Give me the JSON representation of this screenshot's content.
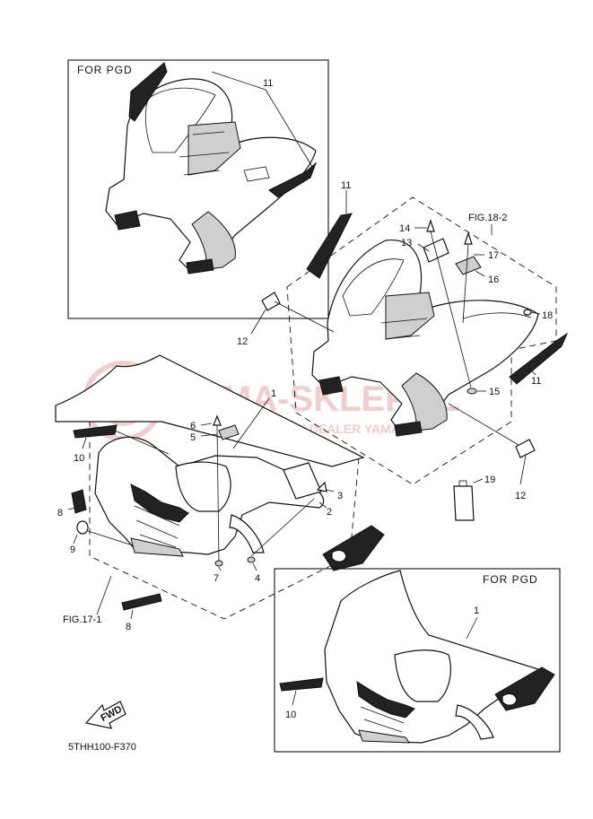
{
  "watermark": {
    "brand": "YAMA-SKLEP.PL",
    "tagline": "WYCIECHOWSZ | DEALER YAMAHA",
    "color": "#e6a7a7"
  },
  "insets": {
    "top_label": "FOR PGD",
    "bottom_label": "FOR PGD"
  },
  "callouts": {
    "c11_top": "11",
    "c11_mid": "11",
    "c11_right": "11",
    "c12_a": "12",
    "c12_b": "12",
    "c13": "13",
    "c14": "14",
    "c15": "15",
    "c16": "16",
    "c17": "17",
    "c18": "18",
    "c19": "19",
    "c1_main": "1",
    "c1_inset": "1",
    "c2": "2",
    "c3": "3",
    "c4": "4",
    "c5": "5",
    "c6": "6",
    "c7": "7",
    "c8_a": "8",
    "c8_b": "8",
    "c9": "9",
    "c10_a": "10",
    "c10_b": "10"
  },
  "figure_refs": {
    "rear": "FIG.18-2",
    "front": "FIG.17-1"
  },
  "fwd_label": "FWD",
  "diagram_code": "5THH100-F370"
}
